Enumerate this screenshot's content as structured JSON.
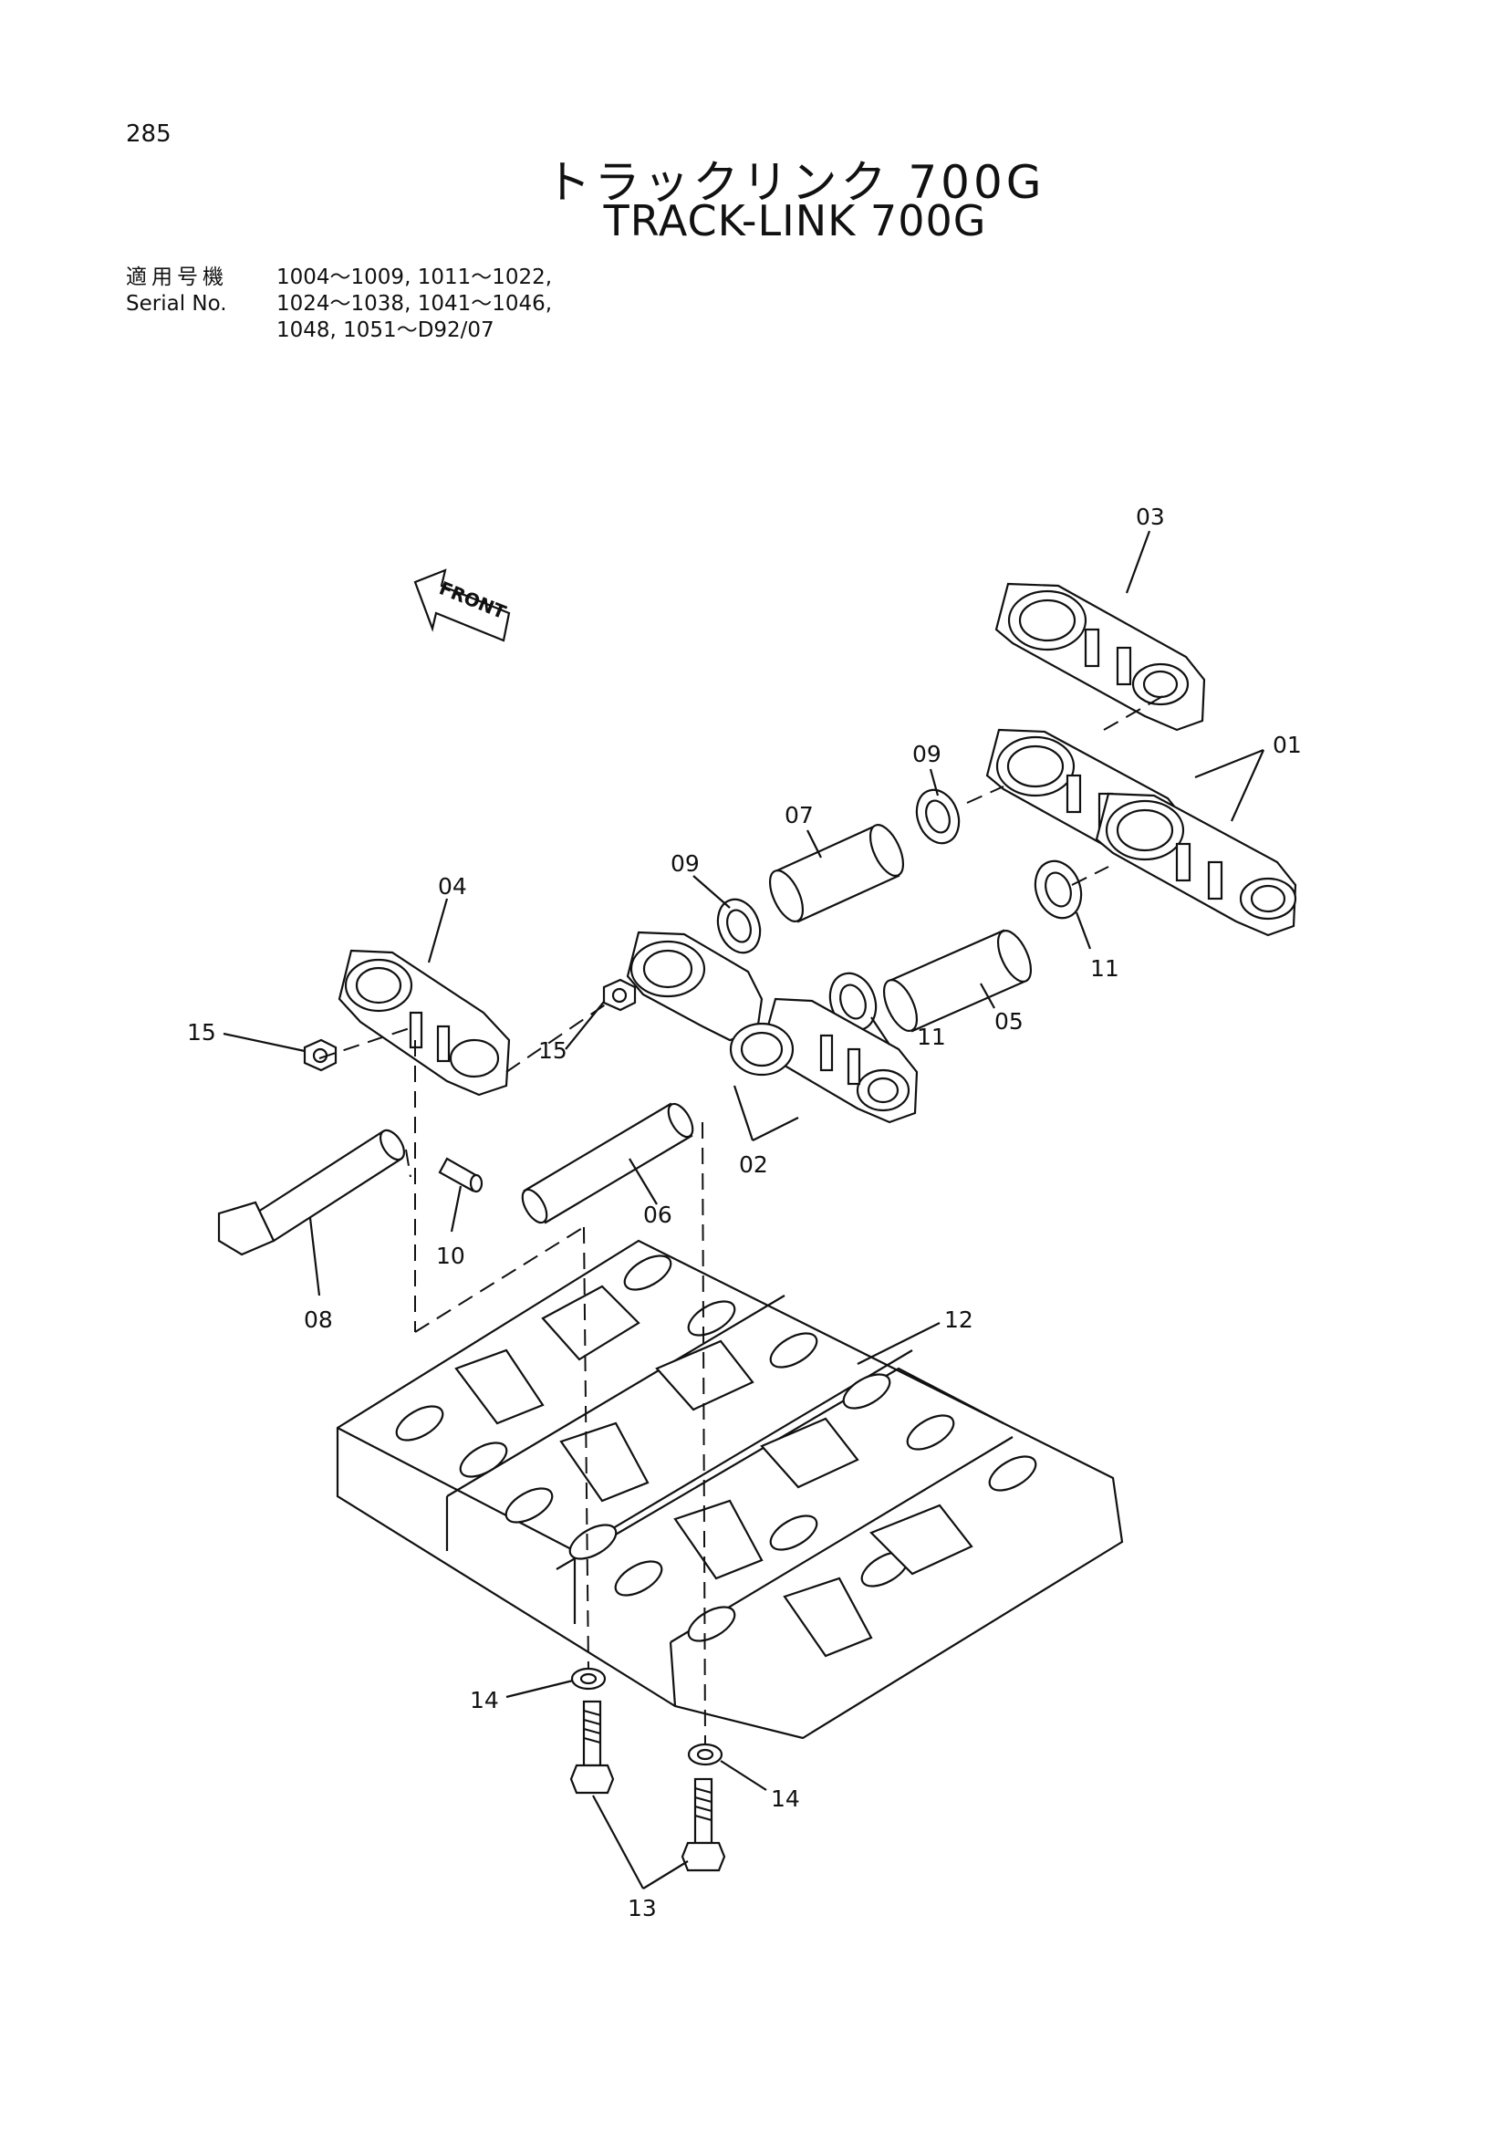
{
  "page_number": "285",
  "title_jp": "トラックリンク 700G",
  "title_en": "TRACK-LINK 700G",
  "serial": {
    "label_jp": "適用号機",
    "label_en": "Serial No.",
    "lines": [
      "1004～1009, 1011～1022,",
      "1024～1038, 1041～1046,",
      "1048, 1051～D92/07"
    ]
  },
  "front_label": "FRONT",
  "part_labels": {
    "p01": "01",
    "p02": "02",
    "p03": "03",
    "p04": "04",
    "p05": "05",
    "p06": "06",
    "p07": "07",
    "p08": "08",
    "p09a": "09",
    "p09b": "09",
    "p10": "10",
    "p11a": "11",
    "p11b": "11",
    "p12": "12",
    "p13": "13",
    "p14a": "14",
    "p14b": "14",
    "p15a": "15",
    "p15b": "15"
  }
}
